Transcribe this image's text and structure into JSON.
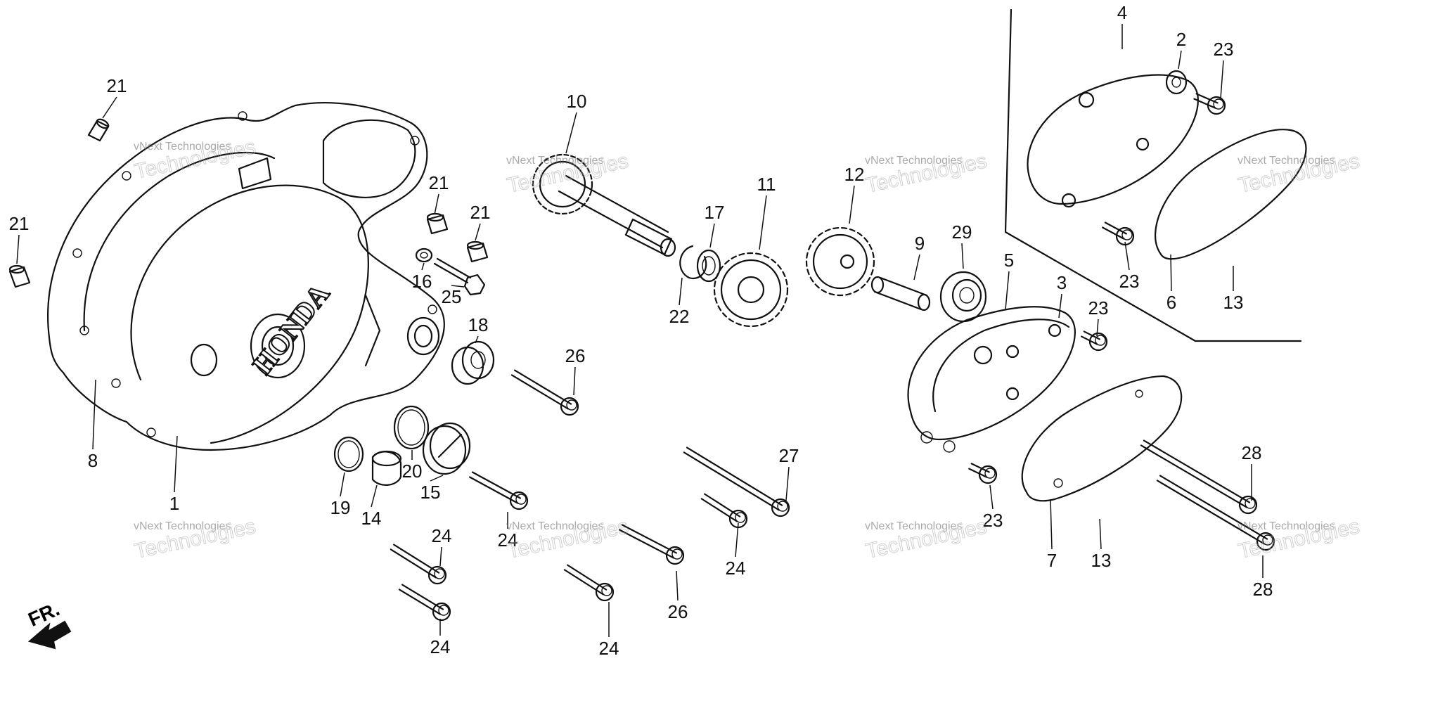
{
  "diagram": {
    "brand_text": "HONDA",
    "direction_label": "FR.",
    "watermark": {
      "line1": "vNext Technologies",
      "line2": "Technologies"
    },
    "callouts": [
      {
        "id": "c-21a",
        "label": "21"
      },
      {
        "id": "c-21b",
        "label": "21"
      },
      {
        "id": "c-21c",
        "label": "21"
      },
      {
        "id": "c-21d",
        "label": "21"
      },
      {
        "id": "c-10",
        "label": "10"
      },
      {
        "id": "c-4",
        "label": "4"
      },
      {
        "id": "c-2",
        "label": "2"
      },
      {
        "id": "c-23a",
        "label": "23"
      },
      {
        "id": "c-11",
        "label": "11"
      },
      {
        "id": "c-12",
        "label": "12"
      },
      {
        "id": "c-17",
        "label": "17"
      },
      {
        "id": "c-9",
        "label": "9"
      },
      {
        "id": "c-29",
        "label": "29"
      },
      {
        "id": "c-5",
        "label": "5"
      },
      {
        "id": "c-3",
        "label": "3"
      },
      {
        "id": "c-23b",
        "label": "23"
      },
      {
        "id": "c-6",
        "label": "6"
      },
      {
        "id": "c-13a",
        "label": "13"
      },
      {
        "id": "c-23c",
        "label": "23"
      },
      {
        "id": "c-16",
        "label": "16"
      },
      {
        "id": "c-25",
        "label": "25"
      },
      {
        "id": "c-22",
        "label": "22"
      },
      {
        "id": "c-18",
        "label": "18"
      },
      {
        "id": "c-26a",
        "label": "26"
      },
      {
        "id": "c-8",
        "label": "8"
      },
      {
        "id": "c-1",
        "label": "1"
      },
      {
        "id": "c-20",
        "label": "20"
      },
      {
        "id": "c-15",
        "label": "15"
      },
      {
        "id": "c-19",
        "label": "19"
      },
      {
        "id": "c-14",
        "label": "14"
      },
      {
        "id": "c-27",
        "label": "27"
      },
      {
        "id": "c-24a",
        "label": "24"
      },
      {
        "id": "c-24b",
        "label": "24"
      },
      {
        "id": "c-24c",
        "label": "24"
      },
      {
        "id": "c-24d",
        "label": "24"
      },
      {
        "id": "c-24e",
        "label": "24"
      },
      {
        "id": "c-26b",
        "label": "26"
      },
      {
        "id": "c-23d",
        "label": "23"
      },
      {
        "id": "c-7",
        "label": "7"
      },
      {
        "id": "c-13b",
        "label": "13"
      },
      {
        "id": "c-28a",
        "label": "28"
      },
      {
        "id": "c-28b",
        "label": "28"
      }
    ]
  }
}
